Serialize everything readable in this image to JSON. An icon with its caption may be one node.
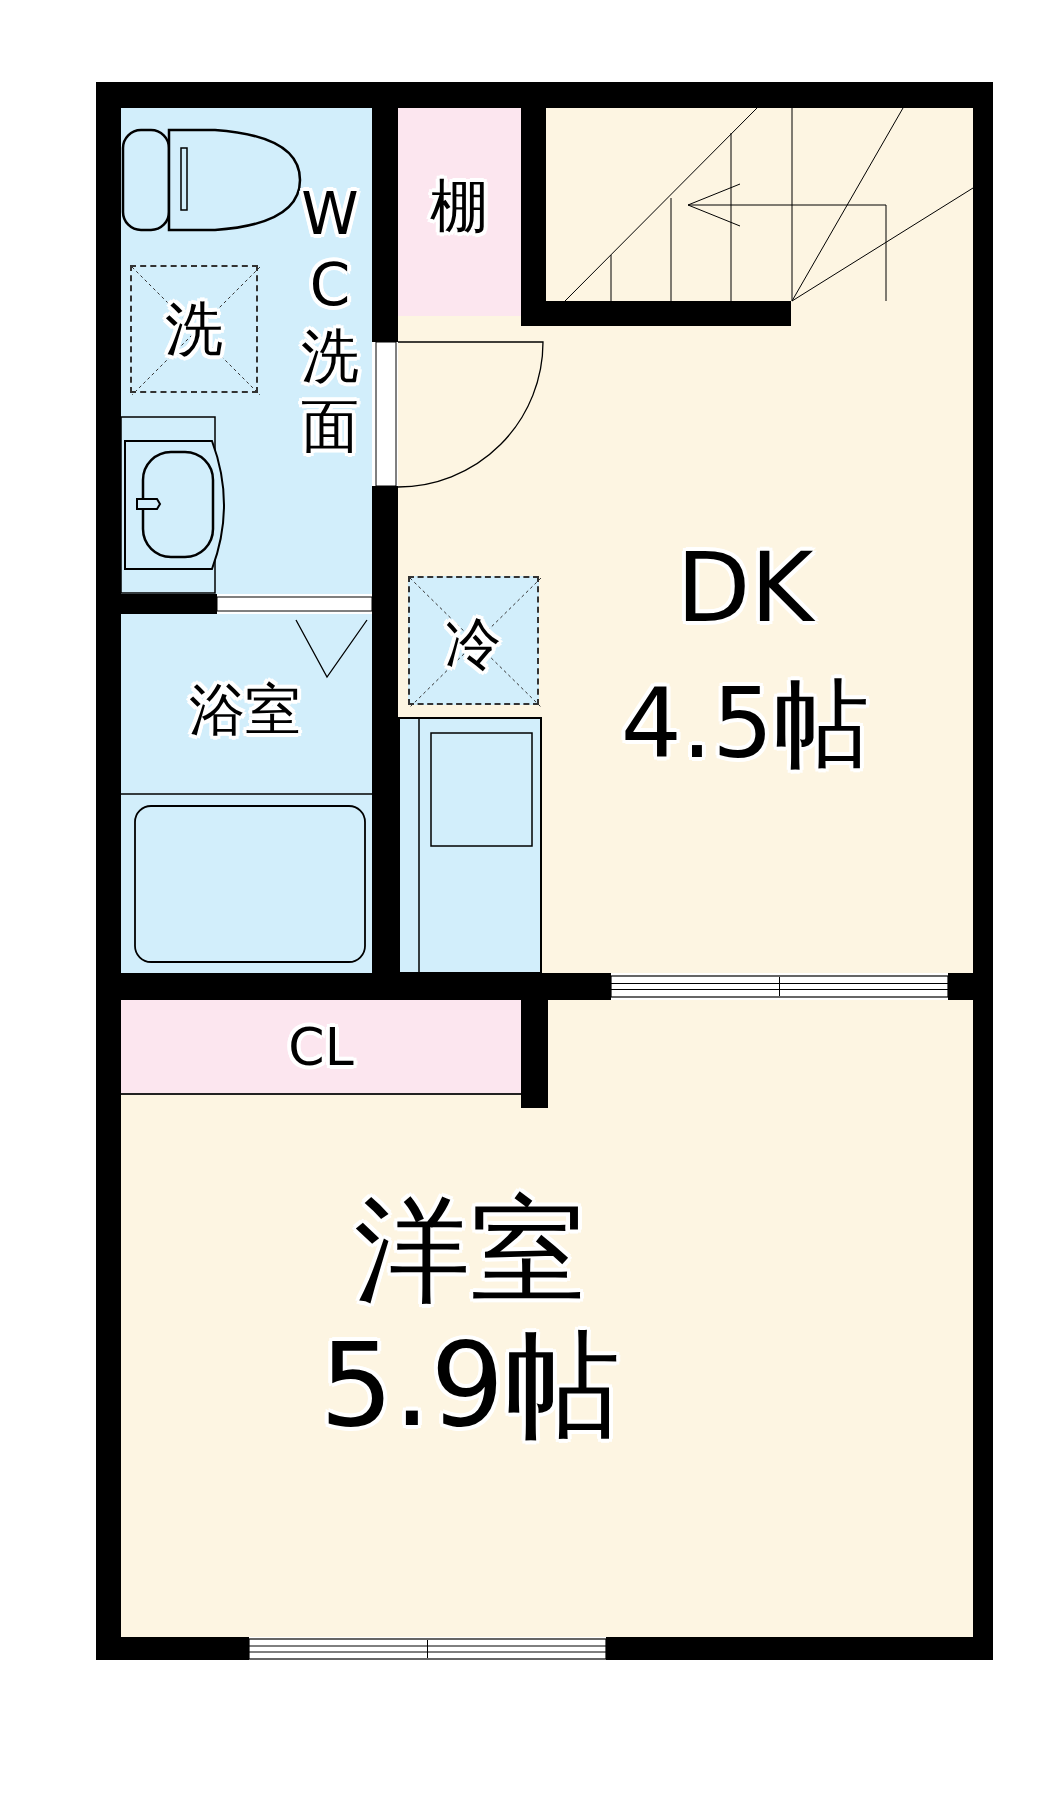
{
  "diagram": {
    "nodes": [
      {
        "text": [
          "WC洗面"
        ]
      },
      {
        "text": [
          "洗"
        ],
        "in": 0
      },
      {
        "text": [
          "棚"
        ]
      },
      {
        "text": [
          "DK",
          "4.5帖"
        ]
      },
      {
        "text": [
          "冷"
        ],
        "in": 3
      },
      {
        "text": [
          "浴室"
        ]
      },
      {
        "text": [
          "洋室",
          "5.9帖"
        ]
      },
      {
        "text": [
          "CL"
        ],
        "in": 6
      }
    ]
  }
}
